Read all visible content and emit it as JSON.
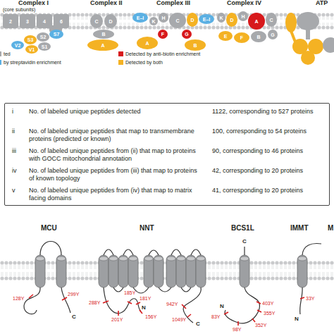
{
  "diagram": {
    "nodes": [
      {
        "text": [
          "2"
        ]
      },
      {
        "text": [
          "3"
        ]
      },
      {
        "text": [
          "4"
        ]
      },
      {
        "text": [
          "6"
        ]
      },
      {
        "text": [
          "S7"
        ]
      },
      {
        "text": [
          "S2"
        ]
      },
      {
        "text": [
          "S3"
        ]
      },
      {
        "text": [
          "S1"
        ]
      },
      {
        "text": [
          "V2"
        ]
      },
      {
        "text": [
          "V1"
        ]
      },
      {
        "text": [
          "C"
        ]
      },
      {
        "text": [
          "D"
        ]
      },
      {
        "text": [
          "B"
        ]
      },
      {
        "text": [
          "A"
        ]
      },
      {
        "text": [
          "E–I"
        ]
      },
      {
        "text": [
          "K"
        ]
      },
      {
        "text": [
          "H"
        ]
      },
      {
        "text": [
          "C"
        ]
      },
      {
        "text": [
          "D"
        ]
      },
      {
        "text": [
          "E–I"
        ]
      },
      {
        "text": [
          "F"
        ]
      },
      {
        "text": [
          "G"
        ]
      },
      {
        "text": [
          "A"
        ]
      },
      {
        "text": [
          "B"
        ]
      },
      {
        "text": [
          "K"
        ]
      },
      {
        "text": [
          "D"
        ]
      },
      {
        "text": [
          "H"
        ]
      },
      {
        "text": [
          "A"
        ]
      },
      {
        "text": [
          "C"
        ]
      },
      {
        "text": [
          "E"
        ]
      },
      {
        "text": [
          "F"
        ]
      },
      {
        "text": [
          "B"
        ]
      },
      {
        "text": [
          "G"
        ]
      },
      {
        "text": [
          "i",
          "No. of labeled unique peptides detected",
          "1122, corresponding to 527 proteins",
          "ii",
          "No. of labeled unique peptides that map to transmembrane proteins (predicted or known)",
          "100, corresponding to 54 proteins",
          "iii",
          "No. of labeled unique peptides from (ii) that map to proteins with GOCC mitochondrial annotation",
          "90, corresponding to 46 proteins",
          "iv",
          "No. of labeled unique peptides from (iii) that map to proteins of known topology",
          "42, corresponding to 20 proteins",
          "v",
          "No. of labeled unique peptides from (iv) that map to matrix facing domains",
          "41, corresponding to 20 proteins"
        ]
      }
    ],
    "labels": [
      "Complex I",
      "(core subunits)",
      "Complex II",
      "Complex III",
      "Complex IV",
      "ATP",
      "MCU",
      "128Y",
      "299Y",
      "C",
      "NNT",
      "288Y",
      "201Y",
      "185Y",
      "181Y",
      "N",
      "156Y",
      "942Y",
      "1049Y",
      "C",
      "BCS1L",
      "C",
      "403Y",
      "355Y",
      "352Y",
      "N",
      "83Y",
      "98Y",
      "IMMT",
      "33Y",
      "N",
      "M"
    ],
    "legend": [
      {
        "text": "ted",
        "color": "#a7a9ac"
      },
      {
        "text": "by streptavidin enrichment",
        "color": "#5bb0e3"
      },
      {
        "text": "Detected by anti-biotin enrichment",
        "color": "#d7191c"
      },
      {
        "text": "Detected by both",
        "color": "#f4b223"
      }
    ]
  }
}
